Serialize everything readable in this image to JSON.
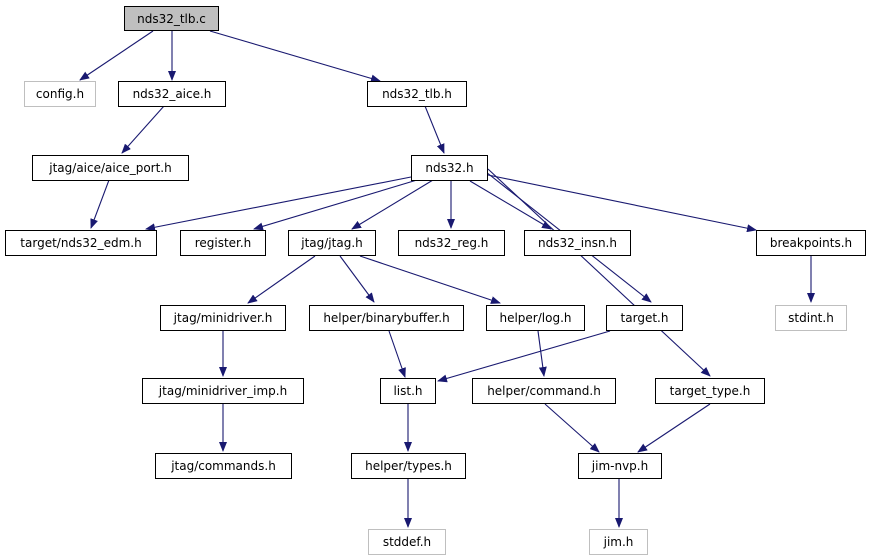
{
  "colors": {
    "edge": "#191970",
    "root_fill": "#bfbfbf",
    "node_border": "#000000",
    "external_border": "#bfbfbf",
    "background": "#ffffff"
  },
  "nodes": {
    "nds32_tlb_c": "nds32_tlb.c",
    "config_h": "config.h",
    "nds32_aice_h": "nds32_aice.h",
    "nds32_tlb_h": "nds32_tlb.h",
    "aice_port_h": "jtag/aice/aice_port.h",
    "nds32_h": "nds32.h",
    "nds32_edm_h": "target/nds32_edm.h",
    "register_h": "register.h",
    "jtag_h": "jtag/jtag.h",
    "nds32_reg_h": "nds32_reg.h",
    "nds32_insn_h": "nds32_insn.h",
    "breakpoints_h": "breakpoints.h",
    "minidriver_h": "jtag/minidriver.h",
    "binarybuffer_h": "helper/binarybuffer.h",
    "log_h": "helper/log.h",
    "target_h": "target.h",
    "stdint_h": "stdint.h",
    "minidriver_imp_h": "jtag/minidriver_imp.h",
    "list_h": "list.h",
    "command_h": "helper/command.h",
    "target_type_h": "target_type.h",
    "commands_h": "jtag/commands.h",
    "types_h": "helper/types.h",
    "jim_nvp_h": "jim-nvp.h",
    "stddef_h": "stddef.h",
    "jim_h": "jim.h"
  }
}
